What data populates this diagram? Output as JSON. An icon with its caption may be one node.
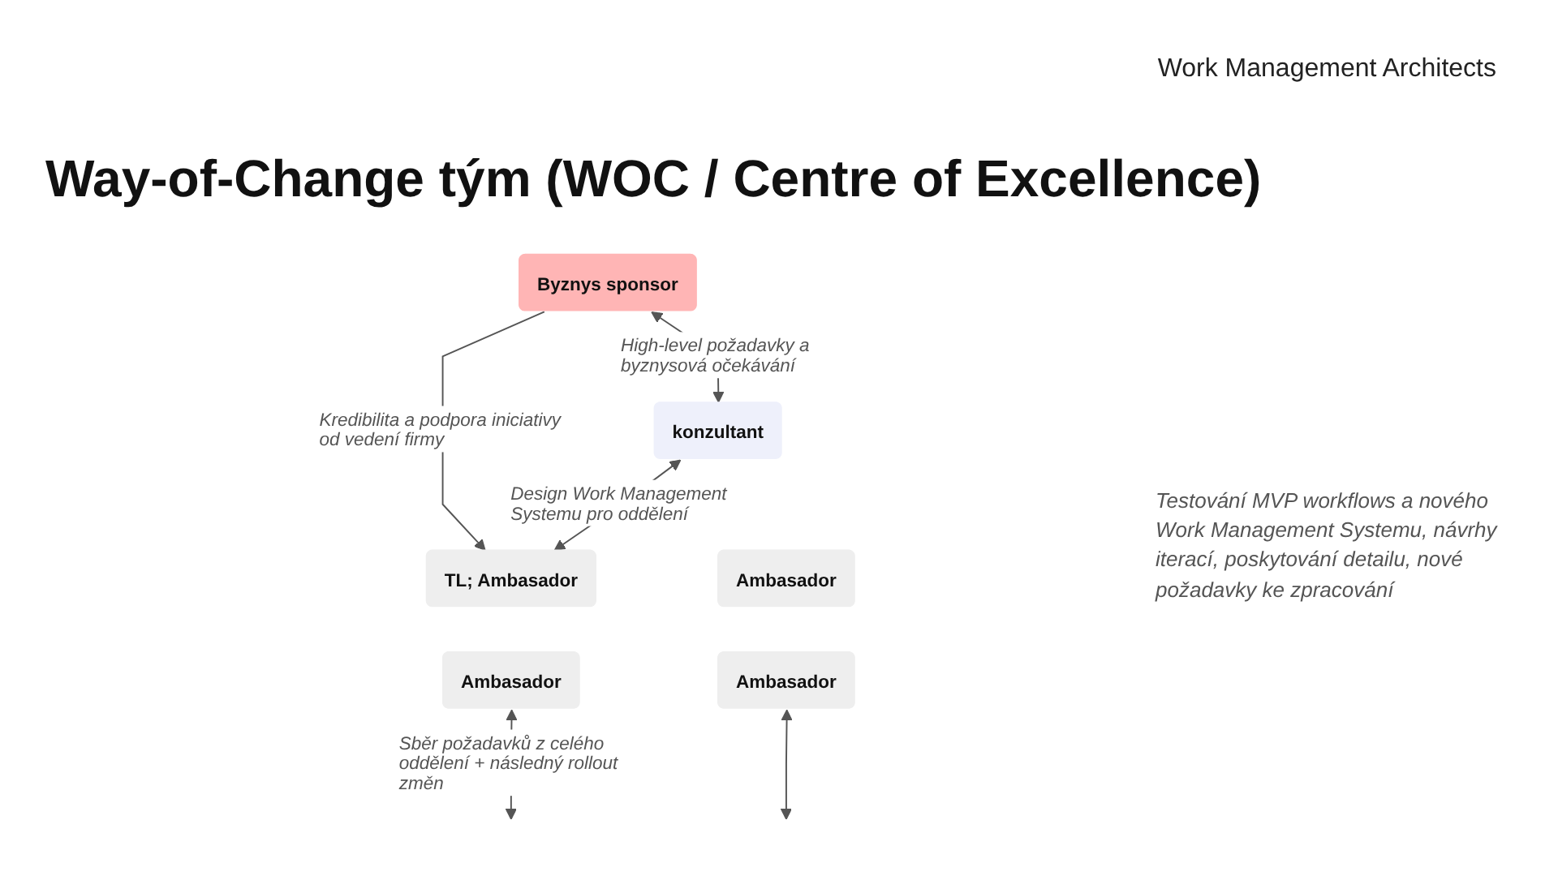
{
  "diagram": {
    "title": "Way-of-Change tým (WOC / Centre of Excellence)",
    "nodes": [
      {
        "text": [
          "Byznys sponsor"
        ]
      },
      {
        "text": [
          "konzultant"
        ]
      },
      {
        "text": [
          "TL; Ambasador"
        ]
      },
      {
        "text": [
          "Ambasador"
        ]
      },
      {
        "text": [
          "Ambasador"
        ]
      },
      {
        "text": [
          "Ambasador"
        ]
      }
    ],
    "edges": [
      {
        "from": 0,
        "to": 1,
        "arrow": "both",
        "label": "High-level požadavky a byznysová očekávání"
      },
      {
        "from": 0,
        "to": 2,
        "arrow": "to",
        "label": "Kredibilita a podpora iniciativy od vedení firmy"
      },
      {
        "from": 1,
        "to": 2,
        "arrow": "both",
        "label": "Design Work Management Systemu pro oddělení"
      },
      {
        "from": 4,
        "to": null,
        "arrow": "both",
        "label": "Sběr požadavků z celého oddělení + následný rollout změn"
      },
      {
        "from": 5,
        "to": null,
        "arrow": "both"
      }
    ],
    "labels": [
      "Work Management Architects",
      "Testování MVP workflows a nového Work Management Systemu, návrhy iterací, poskytování detailu, nové požadavky ke zpracování"
    ]
  }
}
